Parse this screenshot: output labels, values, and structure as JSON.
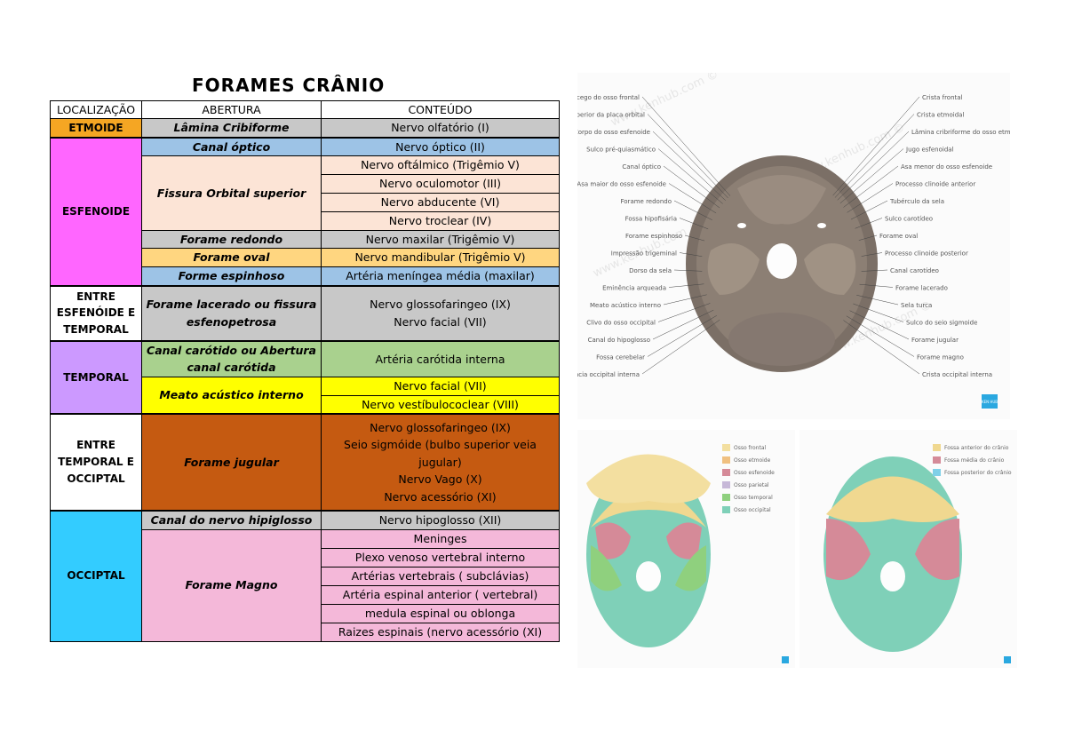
{
  "title": "FORAMES CRÂNIO",
  "headers": {
    "loc": "LOCALIZAÇÃO",
    "ab": "ABERTURA",
    "co": "CONTEÚDO"
  },
  "loc": {
    "etmoide": "ETMOIDE",
    "esfenoide": "ESFENOIDE",
    "entre_esf_temp": "ENTRE\nESFENÓIDE E\nTEMPORAL",
    "temporal": "TEMPORAL",
    "entre_temp_occ": "ENTRE\nTEMPORAL E\nOCCIPTAL",
    "occiptal": "OCCIPTAL"
  },
  "ab": {
    "lamina": "Lâmina Cribiforme",
    "canal_optico": "Canal óptico",
    "fissura": "Fissura Orbital superior",
    "redondo": "Forame redondo",
    "oval": "Forame oval",
    "espinhoso": "Forme espinhoso",
    "lacerado": "Forame lacerado ou fissura esfenopetrosa",
    "carotido": "Canal carótido ou Abertura canal carótida",
    "meato": "Meato acústico interno",
    "jugular": "Forame jugular",
    "hipoglosso": "Canal do nervo hipiglosso",
    "magno": "Forame Magno"
  },
  "co": {
    "olfatorio": "Nervo olfatório (I)",
    "optico": "Nervo óptico (II)",
    "oftalmico": "Nervo oftálmico (Trigêmio V)",
    "oculomotor": "Nervo oculomotor (III)",
    "abducente": "Nervo abducente (VI)",
    "troclear": "Nervo troclear (IV)",
    "maxilar": "Nervo maxilar (Trigêmio V)",
    "mandibular": "Nervo mandibular (Trigêmio V)",
    "meningea": "Artéria meníngea média (maxilar)",
    "lacerado": "Nervo glossofaringeo (IX)\nNervo facial (VII)",
    "carotida": "Artéria carótida interna",
    "facial": "Nervo facial (VII)",
    "vestibulococlear": "Nervo vestíbulococlear (VIII)",
    "jugular": "Nervo glossofaringeo (IX)\nSeio sigmóide (bulbo superior veia jugular)\nNervo Vago (X)\nNervo acessório (XI)",
    "hipoglosso": "Nervo hipoglosso (XII)",
    "meninges": "Meninges",
    "plexo": "Plexo venoso vertebral interno",
    "vertebrais": "Artérias vertebrais ( subclávias)",
    "espinal_ant": "Artéria espinal anterior ( vertebral)",
    "medula": "medula espinal ou oblonga",
    "raizes": "Raizes espinais (nervo acessório (XI)"
  },
  "colors": {
    "etmoide": "#f5a623",
    "esfenoide": "#ff66ff",
    "temporal": "#cc99ff",
    "occiptal": "#33ccff",
    "grey": "#c8c8c8",
    "blue": "#9dc3e6",
    "peach": "#fce4d6",
    "lightorange": "#ffd680",
    "green": "#a9d18e",
    "yellow": "#ffff00",
    "brown": "#c55a11",
    "pink": "#f4b8d9"
  },
  "skull_top_labels_left": [
    "Forame cego do osso frontal",
    "Superfície superior da placa orbital",
    "Corpo do osso esfenoide",
    "Sulco pré-quiasmático",
    "Canal óptico",
    "Asa maior do osso esfenoide",
    "Forame redondo",
    "Fossa hipofisária",
    "Forame espinhoso",
    "Impressão trigeminal",
    "Dorso da sela",
    "Eminência arqueada",
    "Meato acústico interno",
    "Clivo do osso occipital",
    "Canal do hipoglosso",
    "Fossa cerebelar",
    "Protuberância occipital interna"
  ],
  "skull_top_labels_right": [
    "Crista frontal",
    "Crista etmoidal",
    "Lâmina cribriforme do osso etmoide",
    "Jugo esfenoidal",
    "Asa menor do osso esfenoide",
    "Processo clinoide anterior",
    "Tubérculo da sela",
    "Sulco carotídeo",
    "Forame oval",
    "Processo clinoide posterior",
    "Canal carotídeo",
    "Forame lacerado",
    "Sela turca",
    "Sulco do seio sigmoide",
    "Forame jugular",
    "Forame magno",
    "Crista occipital interna"
  ],
  "legend_bones": [
    "Osso frontal",
    "Osso etmoide",
    "Osso esfenoide",
    "Osso parietal",
    "Osso temporal",
    "Osso occipital"
  ],
  "legend_fossae": [
    "Fossa anterior do crânio",
    "Fossa média do crânio",
    "Fossa posterior do crânio"
  ],
  "watermark": "www.kenhub.com ©",
  "brand": "KEN HUB"
}
